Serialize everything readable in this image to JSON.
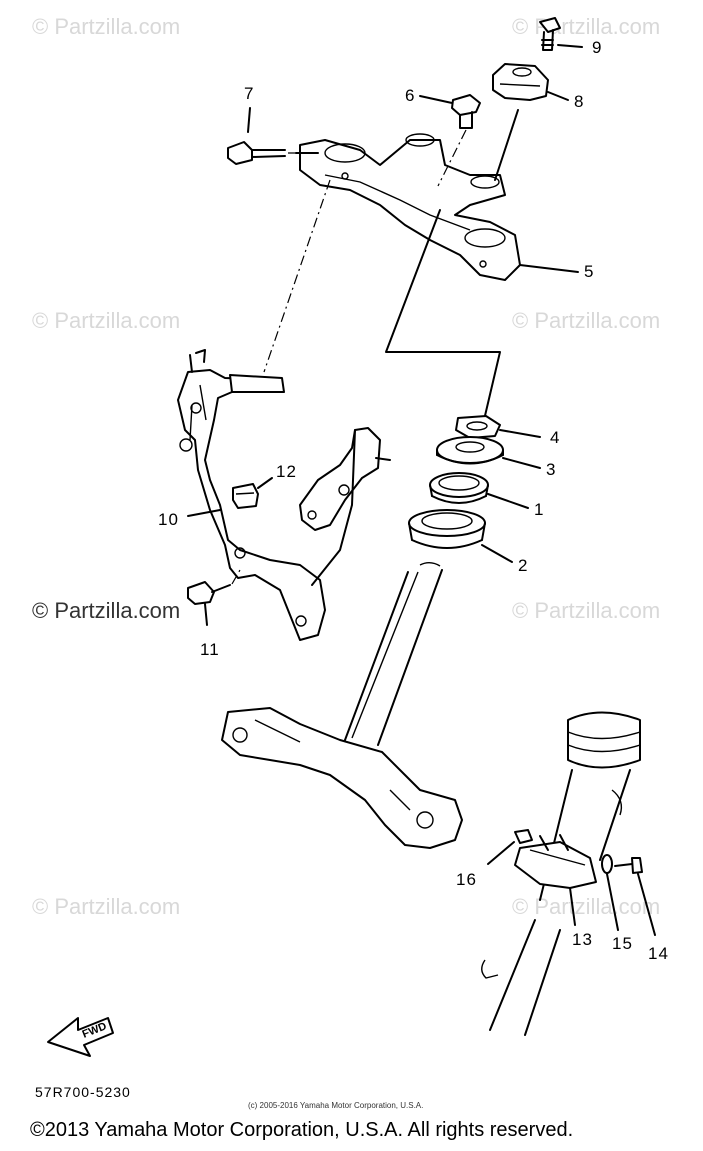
{
  "watermarks": {
    "text": "© Partzilla.com",
    "prominent_text": "© Partzilla.com"
  },
  "callouts": [
    "1",
    "2",
    "3",
    "4",
    "5",
    "6",
    "7",
    "8",
    "9",
    "10",
    "11",
    "12",
    "13",
    "14",
    "15",
    "16"
  ],
  "diagram_code": "57R700-5230",
  "small_copyright": "(c) 2005-2016 Yamaha Motor Corporation, U.S.A.",
  "footer_copyright": "©2013 Yamaha Motor Corporation, U.S.A. All rights reserved.",
  "fwd_label": "FWD"
}
